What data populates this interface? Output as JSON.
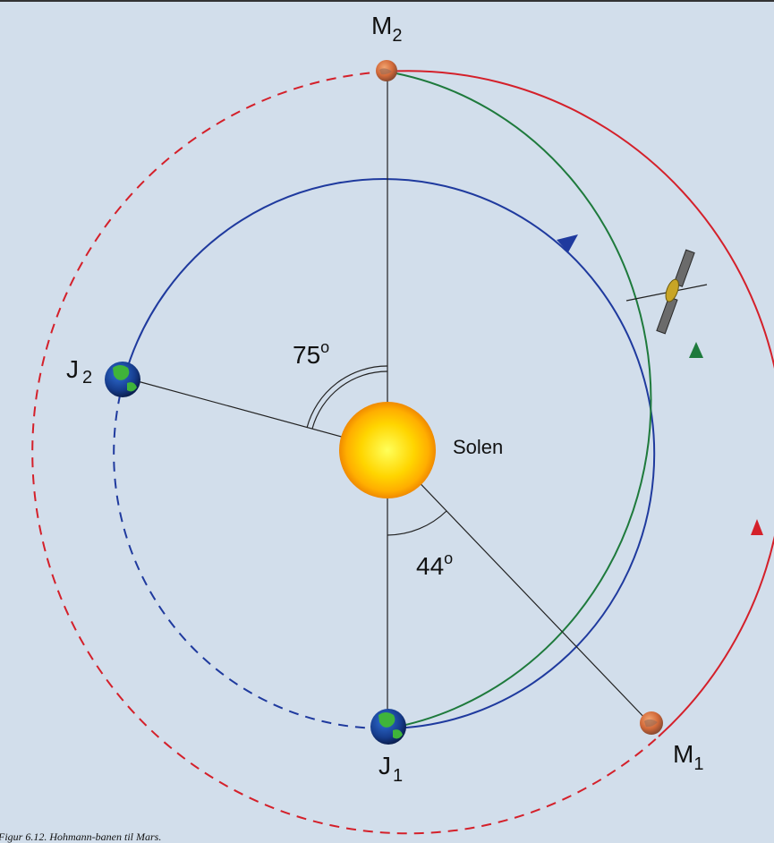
{
  "labels": {
    "m2": "M",
    "m2_sub": "2",
    "m1": "M",
    "m1_sub": "1",
    "j2": "J",
    "j2_sub": "2",
    "j1": "J",
    "j1_sub": "1",
    "sun": "Solen",
    "angle_75": "75",
    "angle_75_sup": "o",
    "angle_44": "44",
    "angle_44_sup": "o"
  },
  "caption": "Figur 6.12. Hohmann-banen til Mars.",
  "colors": {
    "background": "#d2deeb",
    "earth_orbit": "#1f3a9e",
    "mars_orbit": "#d4202a",
    "transfer_orbit": "#1e7a3c",
    "sun": "#ffc400",
    "lines": "#222222"
  },
  "icons": {
    "sun": "sun-icon",
    "earth": "earth-icon",
    "mars": "mars-icon",
    "spacecraft": "spacecraft-icon"
  }
}
